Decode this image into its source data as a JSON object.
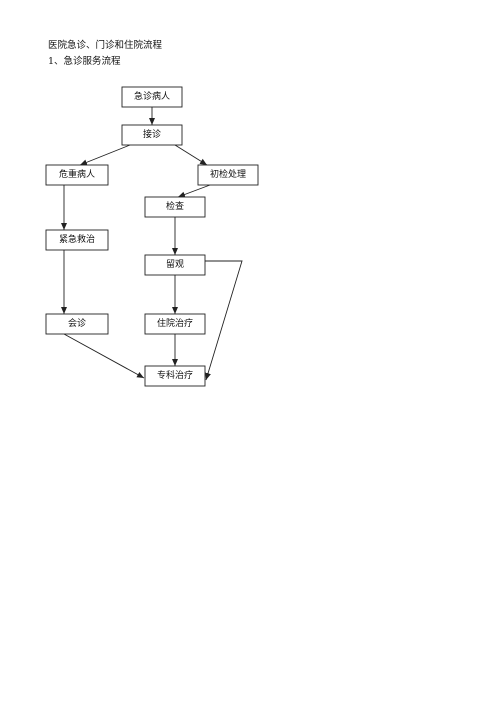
{
  "document": {
    "title": "医院急诊、门诊和住院流程",
    "section_heading": "1、急诊服务流程"
  },
  "flowchart": {
    "nodes": {
      "emergency_patient": "急诊病人",
      "reception": "接诊",
      "critical_patient": "危重病人",
      "initial_exam": "初检处理",
      "examination": "检查",
      "emergency_rescue": "紧急救治",
      "observation": "留观",
      "consultation": "会诊",
      "hospitalization": "住院治疗",
      "specialist_treatment": "专科治疗"
    }
  }
}
